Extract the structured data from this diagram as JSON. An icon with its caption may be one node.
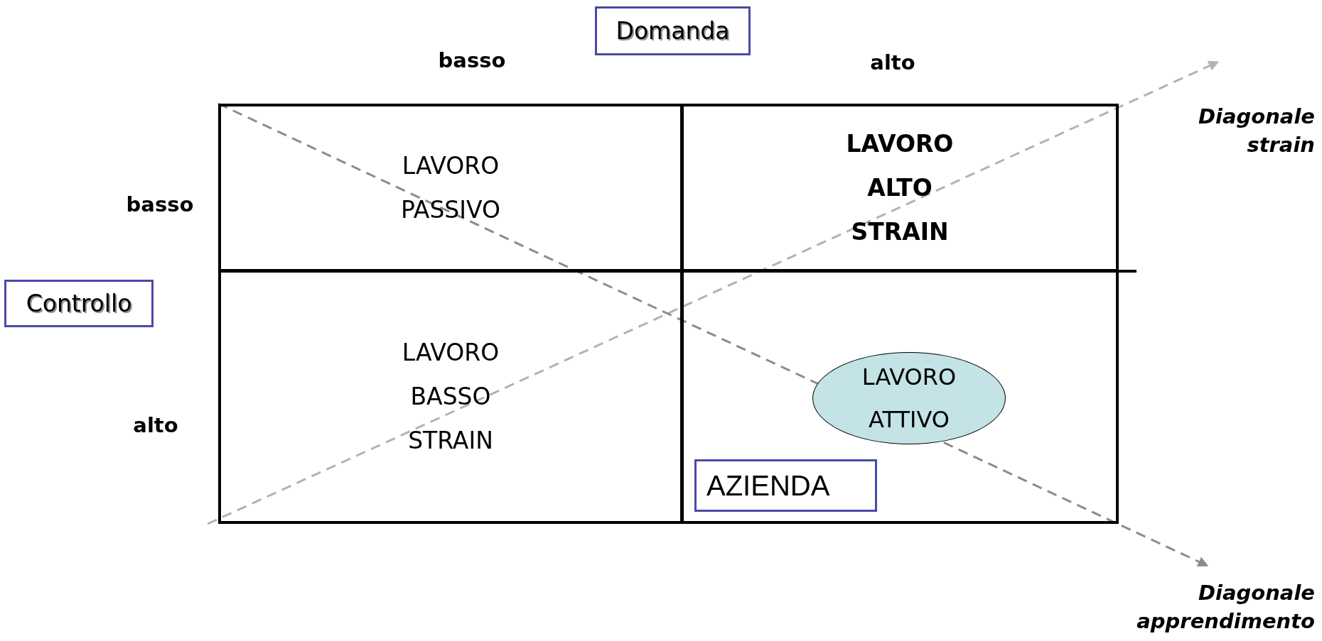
{
  "diagram": {
    "nodes": [
      {
        "text": [
          "Domanda"
        ]
      },
      {
        "text": [
          "Controllo"
        ]
      },
      {
        "text": [
          "LAVORO PASSIVO"
        ]
      },
      {
        "text": [
          "LAVORO ALTO STRAIN"
        ]
      },
      {
        "text": [
          "LAVORO BASSO STRAIN"
        ]
      },
      {
        "text": [],
        "shape": "box"
      },
      {
        "text": [
          "LAVORO ATTIVO"
        ],
        "in": 5
      },
      {
        "text": [
          "AZIENDA"
        ],
        "in": 5
      }
    ],
    "labels": [
      "basso",
      "alto",
      "Diagonale strain",
      "basso",
      "alto",
      "Diagonale apprendimento"
    ]
  }
}
